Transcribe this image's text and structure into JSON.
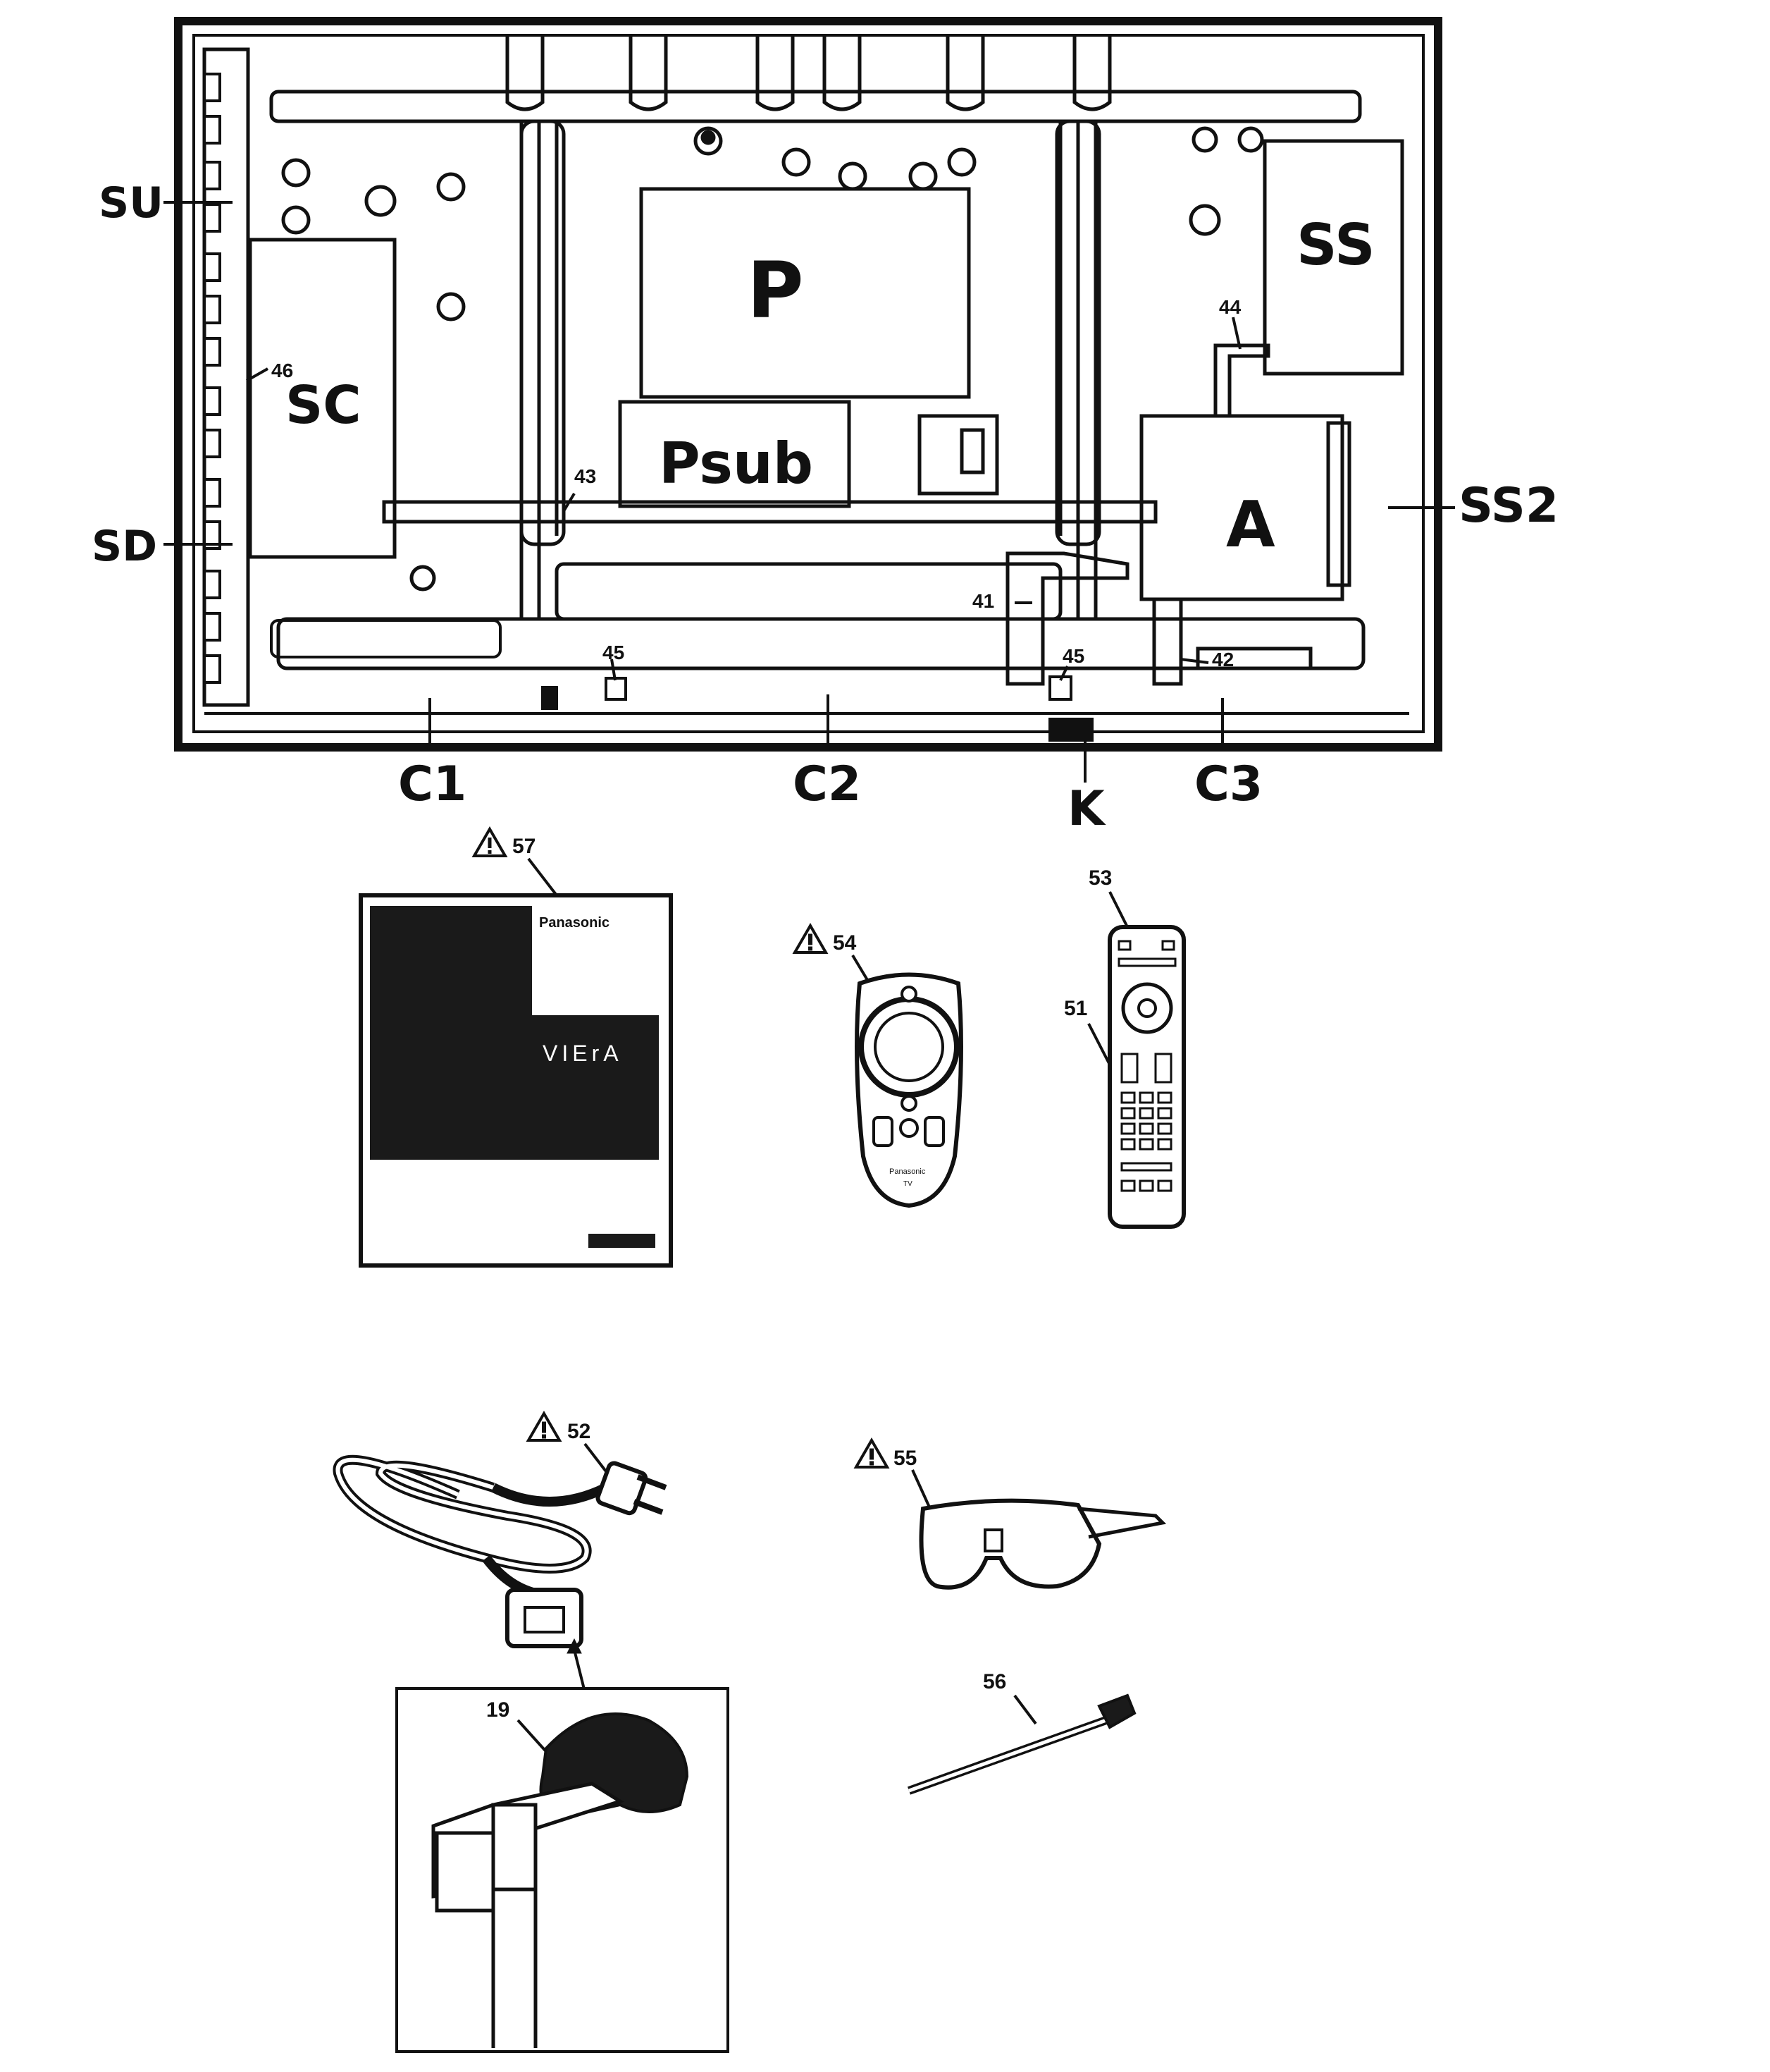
{
  "diagram": {
    "board_labels": {
      "su": "SU",
      "sd": "SD",
      "sc": "SC",
      "p": "P",
      "psub": "Psub",
      "ss": "SS",
      "ss2": "SS2",
      "a": "A",
      "c1": "C1",
      "c2": "C2",
      "c3": "C3",
      "k": "K"
    },
    "part_numbers": {
      "p41": "41",
      "p42": "42",
      "p43": "43",
      "p44": "44",
      "p45a": "45",
      "p45b": "45",
      "p46": "46",
      "p19": "19",
      "p51": "51",
      "p52": "52",
      "p53": "53",
      "p54": "54",
      "p55": "55",
      "p56": "56",
      "p57": "57"
    },
    "manual": {
      "brand": "Panasonic",
      "product": "VIErA"
    },
    "remote_brand": "Panasonic",
    "remote_sub": "TV",
    "warning_symbol": "warning-triangle-icon",
    "colors": {
      "line": "#111111",
      "background": "#ffffff",
      "dark_fill": "#1a1a1a",
      "gray": "#cfcfcf"
    }
  }
}
